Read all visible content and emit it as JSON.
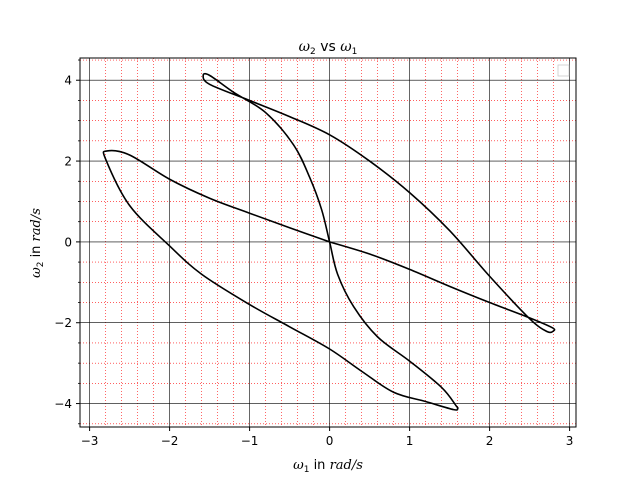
{
  "chart_data": {
    "type": "line",
    "title": {
      "symbol": "ω",
      "sub_a": "2",
      "word": " vs ",
      "sub_b": "1"
    },
    "xlabel": {
      "symbol": "ω",
      "sub": "1",
      "word": " in ",
      "unit": "rad/s"
    },
    "ylabel": {
      "symbol": "ω",
      "sub": "2",
      "word": " in ",
      "unit": "rad/s"
    },
    "xlim": [
      -3.12,
      3.08
    ],
    "ylim": [
      -4.58,
      4.55
    ],
    "xticks": [
      -3,
      -2,
      -1,
      0,
      1,
      2,
      3
    ],
    "yticks": [
      -4,
      -2,
      0,
      2,
      4
    ],
    "xtick_labels": [
      "−3",
      "−2",
      "−1",
      "0",
      "1",
      "2",
      "3"
    ],
    "ytick_labels": [
      "−4",
      "−2",
      "0",
      "2",
      "4"
    ],
    "major_grid": {
      "x_step": 1,
      "y_step": 2,
      "color": "#000000"
    },
    "minor_grid": {
      "x_step": 0.2,
      "y_step": 0.5,
      "color": "#ff0000",
      "style": "dotted"
    },
    "legend": {
      "position": "upper right",
      "entries": []
    },
    "series": [
      {
        "color": "#000000",
        "x": [
          0,
          0.5,
          1.0,
          1.5,
          2.0,
          2.5,
          2.78,
          2.8,
          2.72,
          2.5,
          2.0,
          1.5,
          1.0,
          0.5,
          0,
          -0.5,
          -1.0,
          -1.5,
          -1.58,
          -1.5,
          -1.2,
          -0.8,
          -0.45,
          -0.25,
          -0.1,
          0,
          0.1,
          0.3,
          0.6,
          1.0,
          1.4,
          1.58,
          1.6,
          1.55,
          1.2,
          0.8,
          0.4,
          0,
          -0.5,
          -1.0,
          -1.6,
          -2.0,
          -2.5,
          -2.8,
          -2.78,
          -2.5,
          -2.0,
          -1.5,
          -1.0,
          -0.5,
          0
        ],
        "y": [
          0,
          -0.3,
          -0.68,
          -1.1,
          -1.5,
          -1.88,
          -2.12,
          -2.2,
          -2.22,
          -1.9,
          -0.85,
          0.28,
          1.22,
          2.0,
          2.65,
          3.1,
          3.5,
          3.9,
          4.12,
          4.12,
          3.7,
          3.2,
          2.4,
          1.6,
          0.8,
          0,
          -0.8,
          -1.6,
          -2.35,
          -2.95,
          -3.6,
          -4.05,
          -4.12,
          -4.15,
          -3.95,
          -3.72,
          -3.2,
          -2.65,
          -2.1,
          -1.55,
          -0.8,
          -0.1,
          0.9,
          2.05,
          2.25,
          2.15,
          1.55,
          1.08,
          0.71,
          0.35,
          0
        ]
      }
    ]
  }
}
